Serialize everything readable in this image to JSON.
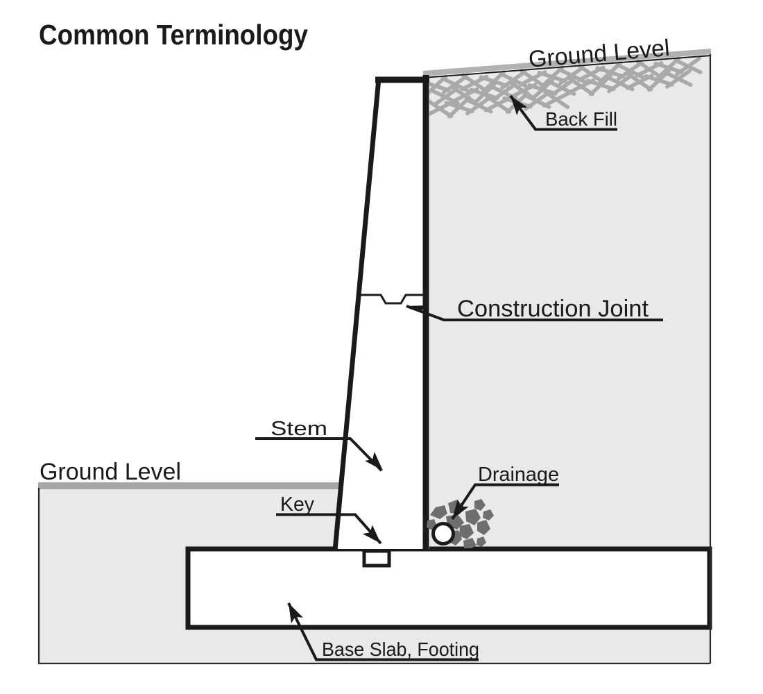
{
  "title": "Common Terminology",
  "diagram": {
    "labels": {
      "ground_level_top": "Ground Level",
      "back_fill": "Back Fill",
      "construction_joint": "Construction Joint",
      "stem": "Stem",
      "ground_level_left": "Ground Level",
      "key": "Key",
      "drainage": "Drainage",
      "base_slab": "Base Slab, Footing"
    },
    "colors": {
      "line": "#1a1a1a",
      "soil_fill": "#e9e9e9",
      "ground_band": "#a6a6a6",
      "slope_band": "#b2b2b2",
      "hatch": "#a9a9a9",
      "gravel": "#6e6e6e",
      "pipe_fill": "#ffffff",
      "wall_fill": "#ffffff",
      "background": "#ffffff"
    }
  }
}
